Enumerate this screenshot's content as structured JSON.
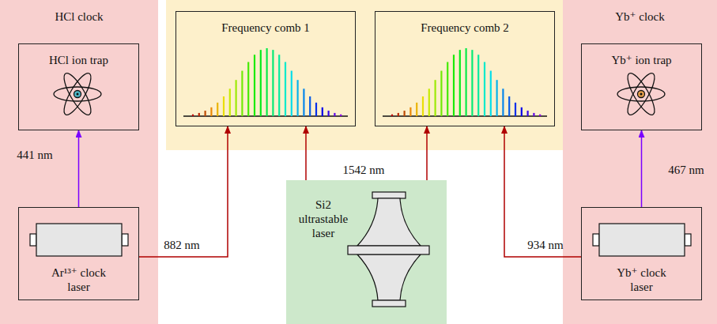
{
  "diagram": {
    "nodes": [
      {
        "text": [
          "HCl clock"
        ]
      },
      {
        "text": [
          "HCl ion trap"
        ],
        "in": 0
      },
      {
        "text": [
          "Ar¹³⁺ clock laser"
        ],
        "in": 0
      },
      {
        "text": [
          "Frequency comb 1"
        ]
      },
      {
        "text": [
          "Frequency comb 2"
        ]
      },
      {
        "text": [
          "Si2 ultrastable laser"
        ]
      },
      {
        "text": [
          "Yb⁺ clock"
        ]
      },
      {
        "text": [
          "Yb⁺ ion trap"
        ],
        "in": 6
      },
      {
        "text": [
          "Yb⁺ clock laser"
        ],
        "in": 6
      }
    ],
    "edges": [
      {
        "from": 2,
        "to": 1,
        "arrow": "to",
        "label": "441 nm"
      },
      {
        "from": 2,
        "to": 3,
        "arrow": "to",
        "label": "882 nm"
      },
      {
        "from": 5,
        "to": 3,
        "arrow": "to"
      },
      {
        "from": 5,
        "to": 4,
        "arrow": "to"
      },
      {
        "from": 8,
        "to": 4,
        "arrow": "to",
        "label": "934 nm"
      },
      {
        "from": 8,
        "to": 7,
        "arrow": "to",
        "label": "467 nm"
      }
    ],
    "labels": [
      "1542 nm"
    ]
  }
}
